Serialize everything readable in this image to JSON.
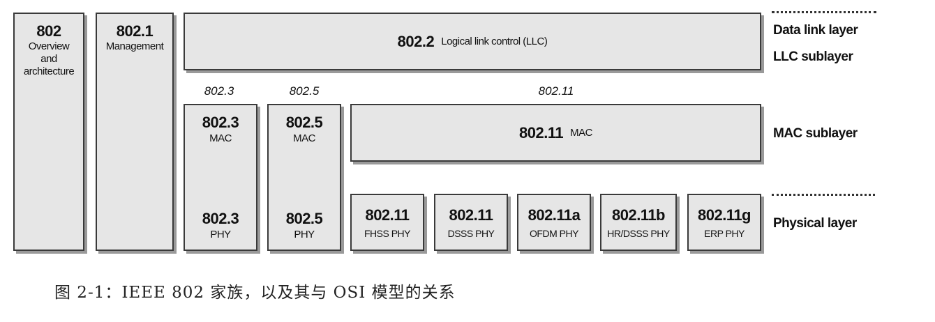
{
  "columns": [
    {
      "num": "802",
      "lines": [
        "Overview",
        "and",
        "architecture"
      ]
    },
    {
      "num": "802.1",
      "lines": [
        "Management"
      ]
    }
  ],
  "llc": {
    "num": "802.2",
    "text": "Logical link control (LLC)"
  },
  "group_labels": {
    "g8023": "802.3",
    "g8025": "802.5",
    "g80211": "802.11"
  },
  "mac": {
    "m8023": {
      "num": "802.3",
      "text": "MAC"
    },
    "m8025": {
      "num": "802.5",
      "text": "MAC"
    },
    "m80211": {
      "num": "802.11",
      "text": "MAC"
    }
  },
  "phy_stacks": {
    "p8023": {
      "num": "802.3",
      "text": "PHY"
    },
    "p8025": {
      "num": "802.5",
      "text": "PHY"
    }
  },
  "phy": [
    {
      "num": "802.11",
      "text": "FHSS PHY"
    },
    {
      "num": "802.11",
      "text": "DSSS PHY"
    },
    {
      "num": "802.11a",
      "text": "OFDM PHY"
    },
    {
      "num": "802.11b",
      "text": "HR/DSSS PHY"
    },
    {
      "num": "802.11g",
      "text": "ERP PHY"
    }
  ],
  "layers": {
    "data_link": "Data link layer",
    "llc_sublayer": "LLC sublayer",
    "mac_sublayer": "MAC sublayer",
    "physical": "Physical layer"
  },
  "caption": "图 2-1：IEEE 802 家族，以及其与 OSI 模型的关系"
}
